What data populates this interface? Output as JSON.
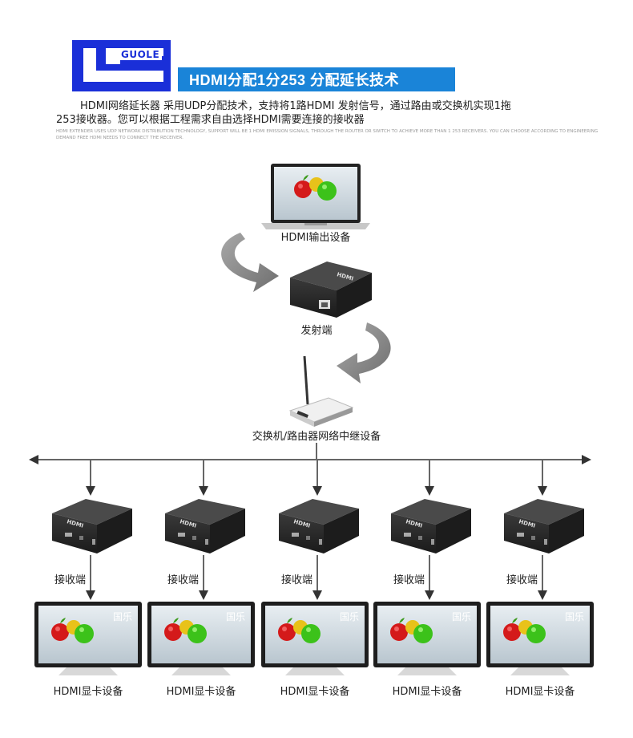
{
  "header": {
    "logo_text": "GUOLE",
    "banner_title": "HDMI分配1分253 分配延长技术",
    "intro_line1": "HDMI网络延长器 采用UDP分配技术，支持将1路HDMI 发射信号，通过路由或交换机实现1拖",
    "intro_line2": "253接收器。您可以根据工程需求自由选择HDMI需要连接的接收器",
    "intro_en": "HDMI EXTENDER USES UDP NETWORK DISTRIBUTION TECHNOLOGY, SUPPORT WILL BE 1 HDMI EMISSION SIGNALS, THROUGH THE ROUTER OR SWITCH TO ACHIEVE MORE THAN 1 253 RECEIVERS. YOU CAN CHOOSE ACCORDING TO ENGINEERING DEMAND FREE HDMI NEEDS TO CONNECT THE RECEIVER."
  },
  "diagram": {
    "source_label": "HDMI输出设备",
    "transmitter_label": "发射端",
    "switch_label": "交换机/路由器网络中继设备",
    "transmitter_device_text": "HDMI",
    "receiver_device_text": "HDMI",
    "monitor_watermark": "国乐",
    "receivers": [
      {
        "receiver_label": "接收端",
        "display_label": "HDMI显卡设备"
      },
      {
        "receiver_label": "接收端",
        "display_label": "HDMI显卡设备"
      },
      {
        "receiver_label": "接收端",
        "display_label": "HDMI显卡设备"
      },
      {
        "receiver_label": "接收端",
        "display_label": "HDMI显卡设备"
      },
      {
        "receiver_label": "接收端",
        "display_label": "HDMI显卡设备"
      }
    ]
  },
  "colors": {
    "logo_blue": "#1a2fd8",
    "banner_blue": "#1a84d8",
    "curved_arrow": "#8c8c8c",
    "device_body": "#2a2a2a"
  }
}
